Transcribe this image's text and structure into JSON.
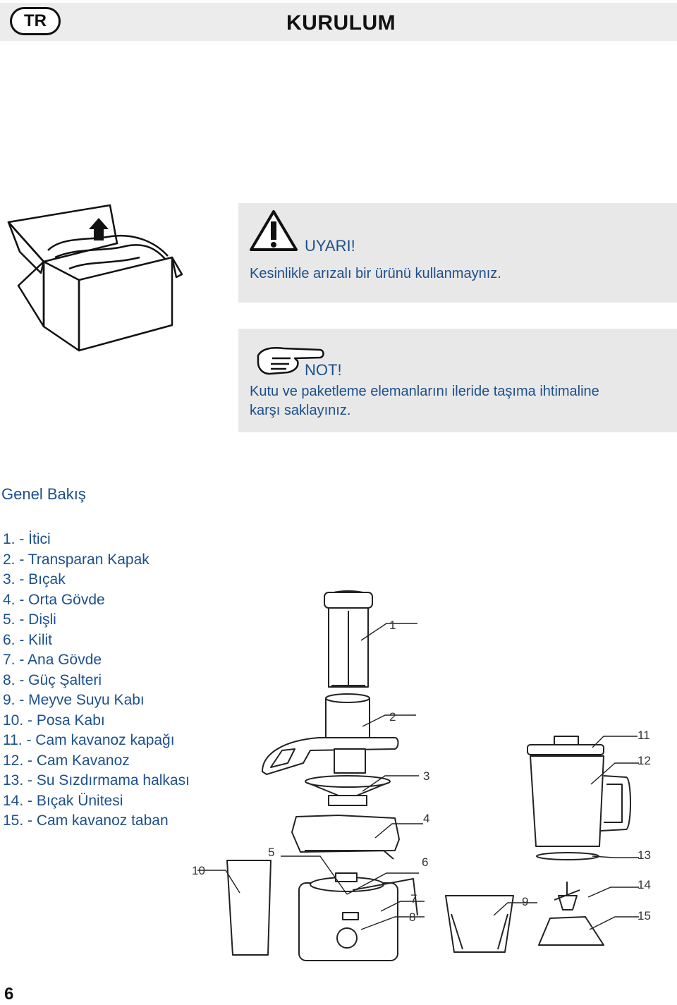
{
  "header": {
    "lang_badge": "TR",
    "title": "KURULUM"
  },
  "warning": {
    "icon": "warning-triangle-icon",
    "heading": "UYARI!",
    "text": "Kesinlikle arızalı bir ürünü kullanmaynız."
  },
  "note": {
    "icon": "pointing-hand-icon",
    "heading": "NOT!",
    "line1": "Kutu ve paketleme elemanlarını ileride taşıma ihtimaline",
    "line2": "karşı saklayınız."
  },
  "overview": {
    "title": "Genel Bakış",
    "parts": [
      "1. - İtici",
      "2. - Transparan Kapak",
      "3. - Bıçak",
      "4. - Orta Gövde",
      "5. - Dişli",
      "6. - Kilit",
      "7. - Ana Gövde",
      "8. - Güç Şalteri",
      "9. - Meyve Suyu Kabı",
      "10. - Posa Kabı",
      "11. - Cam kavanoz kapağı",
      "12. - Cam Kavanoz",
      "13. - Su Sızdırmama halkası",
      "14. - Bıçak Ünitesi",
      "15. - Cam kavanoz taban"
    ]
  },
  "diagram": {
    "labels": [
      "1",
      "2",
      "3",
      "4",
      "5",
      "6",
      "7",
      "8",
      "9",
      "10",
      "11",
      "12",
      "13",
      "14",
      "15"
    ]
  },
  "footer": {
    "page_number": "6"
  }
}
